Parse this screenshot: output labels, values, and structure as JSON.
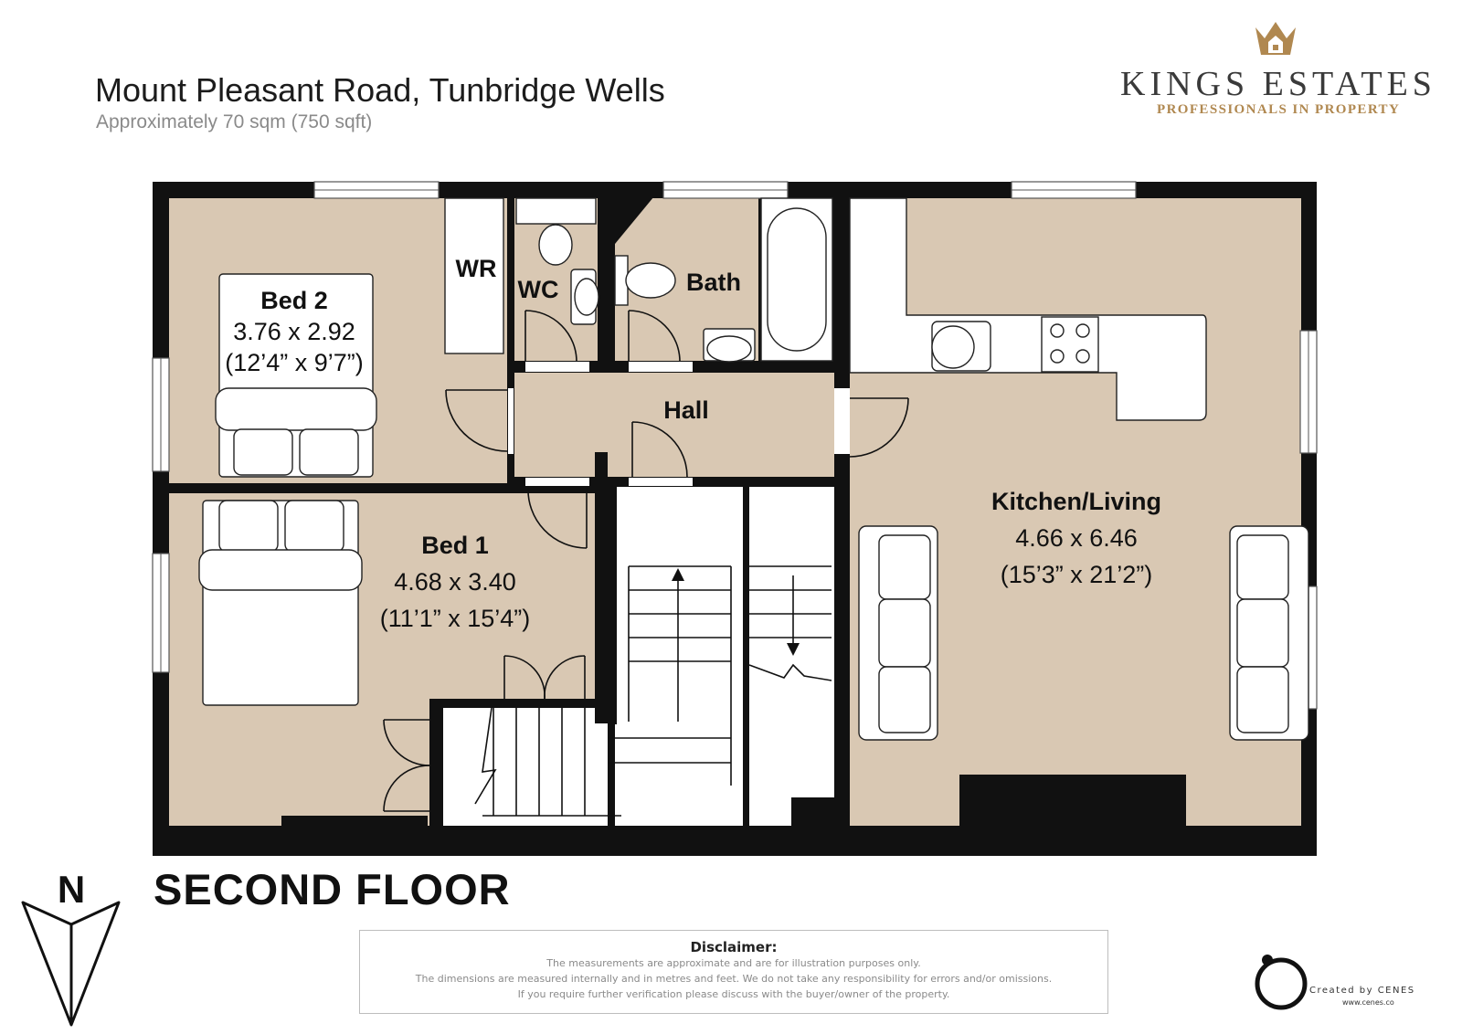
{
  "header": {
    "title": "Mount Pleasant Road, Tunbridge Wells",
    "area": "Approximately 70  sqm (750 sqft)"
  },
  "logo": {
    "brand": "KINGS ESTATES",
    "tagline": "PROFESSIONALS IN PROPERTY",
    "icon": "crown-house-icon",
    "accent_color": "#b08850"
  },
  "plan": {
    "floor_label": "SECOND FLOOR",
    "compass_label": "N",
    "wall_color": "#111111",
    "floor_color": "#d9c8b3",
    "rooms": {
      "bed2": {
        "name": "Bed 2",
        "metric": "3.76 x 2.92",
        "imperial": "(12’4” x 9’7”)"
      },
      "bed1": {
        "name": "Bed 1",
        "metric": "4.68 x 3.40",
        "imperial": "(11’1” x 15’4”)"
      },
      "kitchen": {
        "name": "Kitchen/Living",
        "metric": "4.66 x 6.46",
        "imperial": "(15’3” x 21’2”)"
      },
      "wr": {
        "name": "WR"
      },
      "wc": {
        "name": "WC"
      },
      "bath": {
        "name": "Bath"
      },
      "hall": {
        "name": "Hall"
      }
    }
  },
  "disclaimer": {
    "heading": "Disclaimer:",
    "lines": [
      "The measurements are approximate and are for illustration purposes only.",
      "The dimensions are measured internally and in metres and feet. We do not take any responsibility for errors and/or omissions.",
      "If you require further verification please discuss with the buyer/owner of the property."
    ]
  },
  "credit": {
    "text": "Created by CENES",
    "url": "www.cenes.co"
  }
}
